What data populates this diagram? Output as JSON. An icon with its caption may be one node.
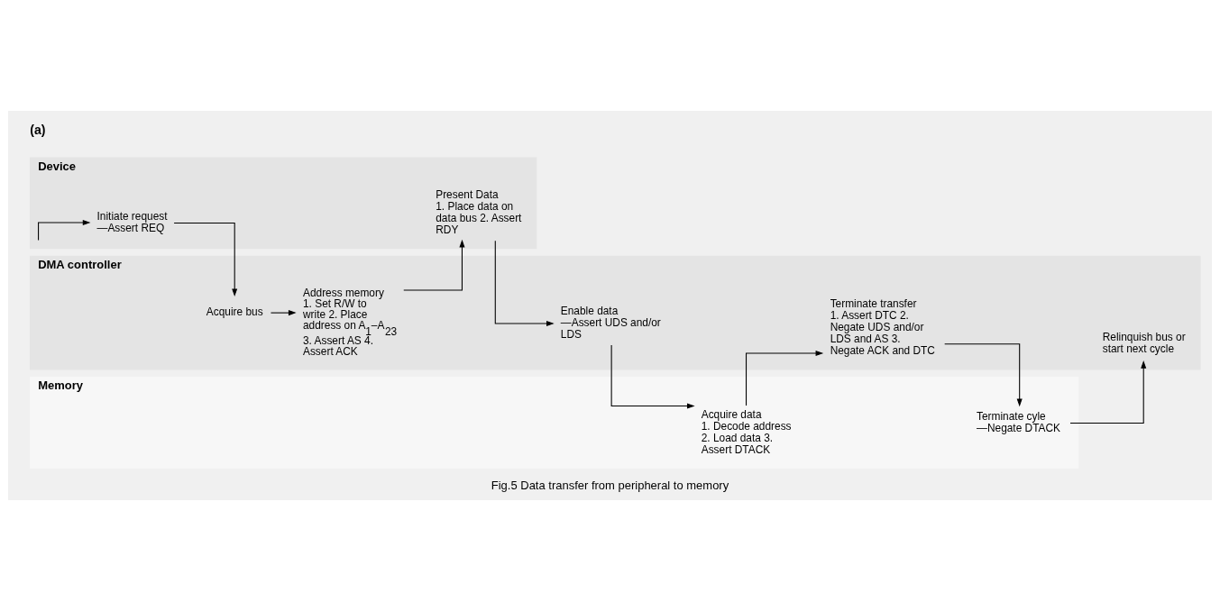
{
  "diagram": {
    "caption": "Fig.5 Data transfer from peripheral to memory",
    "labels": [
      "(a)"
    ],
    "nodes": [
      {
        "text": [
          "Device"
        ]
      },
      {
        "text": [
          "Memory"
        ]
      },
      {
        "text": [
          "DMA controller"
        ]
      },
      {
        "text": [
          "Initiate request",
          "—Assert REQ"
        ],
        "in": 0
      },
      {
        "text": [
          "Acquire bus"
        ],
        "in": 2
      },
      {
        "text": [
          "Address memory",
          "1. Set R/W to write 2. Place address on A$_{1}$–A$_{23}$ 3. Assert AS 4. Assert ACK"
        ],
        "in": 2
      },
      {
        "text": [
          "Present Data",
          "1. Place data on data bus 2. Assert RDY"
        ],
        "in": 0
      },
      {
        "text": [
          "Enable data",
          "—Assert UDS and/or LDS"
        ],
        "in": 2
      },
      {
        "text": [
          "Acquire data",
          "1. Decode address 2. Load data 3. Assert DTACK"
        ],
        "in": 1
      },
      {
        "text": [
          "Terminate transfer",
          "1. Assert DTC 2. Negate UDS and/or LDS and AS 3. Negate ACK and DTC"
        ],
        "in": 2
      },
      {
        "text": [
          "Terminate cyle",
          "—Negate DTACK"
        ],
        "in": 1
      },
      {
        "text": [
          "Relinquish bus or start next cycle"
        ],
        "in": 2
      }
    ],
    "edges": [
      {
        "from": 0,
        "to": 3,
        "arrow": "to"
      },
      {
        "from": 3,
        "to": 4,
        "arrow": "to"
      },
      {
        "from": 4,
        "to": 5,
        "arrow": "to"
      },
      {
        "from": 5,
        "to": 6,
        "arrow": "to"
      },
      {
        "from": 6,
        "to": 7,
        "arrow": "to"
      },
      {
        "from": 7,
        "to": 8,
        "arrow": "to"
      },
      {
        "from": 8,
        "to": 9,
        "arrow": "to"
      },
      {
        "from": 9,
        "to": 10,
        "arrow": "to"
      },
      {
        "from": 10,
        "to": 11,
        "arrow": "to"
      }
    ]
  }
}
